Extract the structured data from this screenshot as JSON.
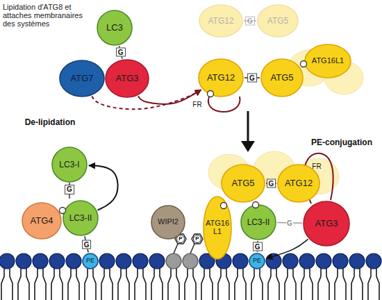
{
  "diagram": {
    "title": "Lipidation d'ATG8 et attaches membranaires des systèmes",
    "nodes": [
      {
        "text": [
          "LC3"
        ]
      },
      {
        "text": [
          "ATG12"
        ]
      },
      {
        "text": [
          "ATG5"
        ]
      },
      {
        "text": [
          "ATG16L1"
        ]
      },
      {
        "text": [
          "ATG7"
        ]
      },
      {
        "text": [
          "ATG3"
        ]
      },
      {
        "text": [
          "ATG12"
        ]
      },
      {
        "text": [
          "ATG5"
        ]
      },
      {
        "text": [
          "LC3-I"
        ]
      },
      {
        "text": [
          "ATG4"
        ]
      },
      {
        "text": [
          "LC3-II"
        ]
      },
      {
        "text": [
          "PE"
        ]
      },
      {
        "text": [
          "ATG5"
        ]
      },
      {
        "text": [
          "ATG12"
        ]
      },
      {
        "text": [
          "WIPI2"
        ]
      },
      {
        "text": [
          "ATG16 L1"
        ]
      },
      {
        "text": [
          "LC3-II"
        ]
      },
      {
        "text": [
          "ATG3"
        ]
      },
      {
        "text": [
          "PE"
        ]
      }
    ],
    "edges": [
      {
        "from": 0,
        "to": 5,
        "label": "G",
        "arrow": "none"
      },
      {
        "from": 1,
        "to": 2,
        "label": "G",
        "arrow": "none"
      },
      {
        "from": 6,
        "to": 7,
        "label": "G",
        "arrow": "none"
      },
      {
        "from": 4,
        "to": 6,
        "arrow": "to"
      },
      {
        "from": 5,
        "to": 6,
        "arrow": "to"
      },
      {
        "from": 10,
        "to": 8,
        "arrow": "to"
      },
      {
        "from": 10,
        "to": 11,
        "label": "G",
        "arrow": "none"
      },
      {
        "from": 12,
        "to": 13,
        "label": "G",
        "arrow": "none"
      },
      {
        "from": 16,
        "to": 18,
        "label": "G",
        "arrow": "none"
      },
      {
        "from": 16,
        "to": 17,
        "label": "G",
        "arrow": "none"
      },
      {
        "from": 17,
        "to": 18,
        "arrow": "to"
      }
    ],
    "labels": [
      "De-lipidation",
      "PE-conjugation",
      "FR",
      "FR",
      "G",
      "P",
      "P"
    ]
  }
}
